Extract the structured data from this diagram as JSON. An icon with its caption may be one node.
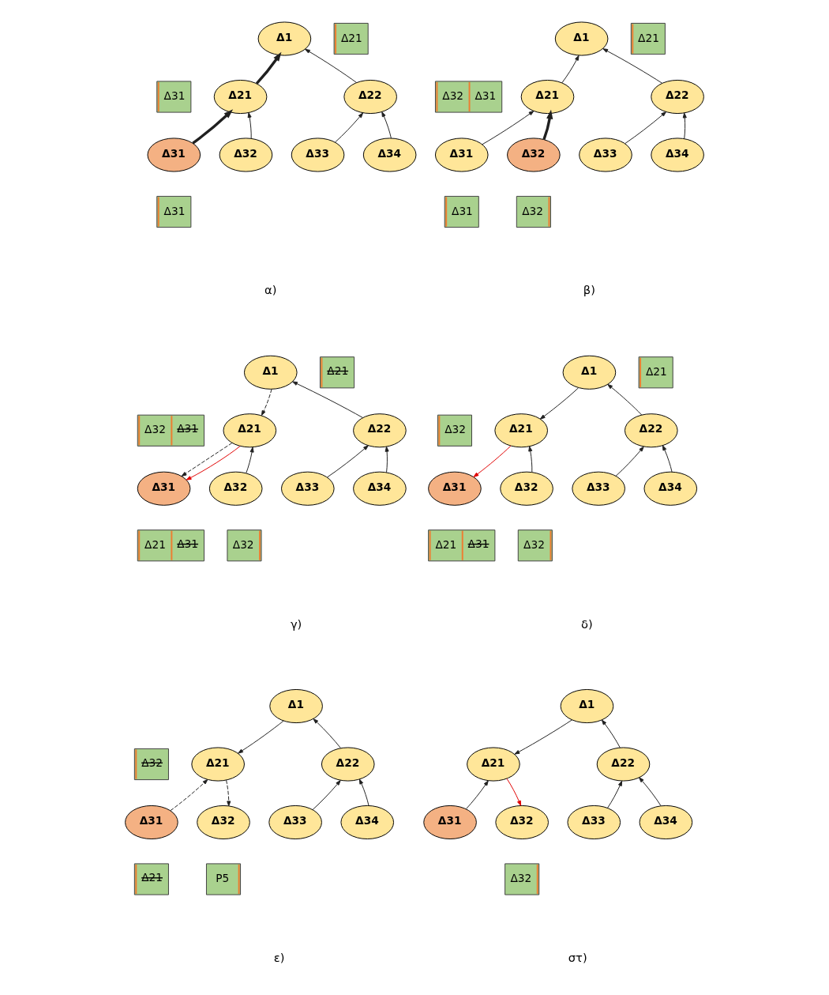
{
  "diagram": {
    "nodes": [
      {
        "text": [
          "Δ1"
        ]
      },
      {
        "text": [
          "Δ21"
        ]
      },
      {
        "text": [
          "Δ22"
        ]
      },
      {
        "text": [
          "Δ31"
        ]
      },
      {
        "text": [
          "Δ32"
        ]
      },
      {
        "text": [
          "Δ33"
        ]
      },
      {
        "text": [
          "Δ34"
        ]
      },
      {
        "text": [
          "Δ21"
        ]
      },
      {
        "text": [
          "Δ31"
        ]
      },
      {
        "text": [
          "Δ31"
        ]
      },
      {
        "text": [
          "Δ1"
        ]
      },
      {
        "text": [
          "Δ21"
        ]
      },
      {
        "text": [
          "Δ22"
        ]
      },
      {
        "text": [
          "Δ31"
        ]
      },
      {
        "text": [
          "Δ32"
        ]
      },
      {
        "text": [
          "Δ33"
        ]
      },
      {
        "text": [
          "Δ34"
        ]
      },
      {
        "text": [
          "Δ21"
        ]
      },
      {
        "text": [
          "Δ32",
          "Δ31"
        ]
      },
      {
        "text": [
          "Δ31"
        ]
      },
      {
        "text": [
          "Δ32"
        ]
      },
      {
        "text": [
          "Δ1"
        ]
      },
      {
        "text": [
          "Δ21"
        ]
      },
      {
        "text": [
          "Δ22"
        ]
      },
      {
        "text": [
          "Δ31"
        ]
      },
      {
        "text": [
          "Δ32"
        ]
      },
      {
        "text": [
          "Δ33"
        ]
      },
      {
        "text": [
          "Δ34"
        ]
      },
      {
        "text": [
          "Δ21"
        ]
      },
      {
        "text": [
          "Δ32",
          "Δ31"
        ]
      },
      {
        "text": [
          "Δ21",
          "Δ31"
        ]
      },
      {
        "text": [
          "Δ32"
        ]
      },
      {
        "text": [
          "Δ1"
        ]
      },
      {
        "text": [
          "Δ21"
        ]
      },
      {
        "text": [
          "Δ22"
        ]
      },
      {
        "text": [
          "Δ31"
        ]
      },
      {
        "text": [
          "Δ32"
        ]
      },
      {
        "text": [
          "Δ33"
        ]
      },
      {
        "text": [
          "Δ34"
        ]
      },
      {
        "text": [
          "Δ21"
        ]
      },
      {
        "text": [
          "Δ32"
        ]
      },
      {
        "text": [
          "Δ21",
          "Δ31"
        ]
      },
      {
        "text": [
          "Δ32"
        ]
      },
      {
        "text": [
          "Δ1"
        ]
      },
      {
        "text": [
          "Δ21"
        ]
      },
      {
        "text": [
          "Δ22"
        ]
      },
      {
        "text": [
          "Δ31"
        ]
      },
      {
        "text": [
          "Δ32"
        ]
      },
      {
        "text": [
          "Δ33"
        ]
      },
      {
        "text": [
          "Δ34"
        ]
      },
      {
        "text": [
          "Δ32"
        ]
      },
      {
        "text": [
          "Δ21"
        ]
      },
      {
        "text": [
          "P5"
        ]
      },
      {
        "text": [
          "Δ1"
        ]
      },
      {
        "text": [
          "Δ21"
        ]
      },
      {
        "text": [
          "Δ22"
        ]
      },
      {
        "text": [
          "Δ31"
        ]
      },
      {
        "text": [
          "Δ32"
        ]
      },
      {
        "text": [
          "Δ33"
        ]
      },
      {
        "text": [
          "Δ34"
        ]
      },
      {
        "text": [
          "Δ32"
        ]
      }
    ],
    "edges": [
      {
        "from": 3,
        "to": 1,
        "arrow": "to",
        "style": "thick"
      },
      {
        "from": 4,
        "to": 1,
        "arrow": "to"
      },
      {
        "from": 5,
        "to": 2,
        "arrow": "to"
      },
      {
        "from": 6,
        "to": 2,
        "arrow": "to"
      },
      {
        "from": 1,
        "to": 0,
        "arrow": "to",
        "style": "thick"
      },
      {
        "from": 2,
        "to": 0,
        "arrow": "to"
      },
      {
        "from": 13,
        "to": 11,
        "arrow": "to"
      },
      {
        "from": 14,
        "to": 11,
        "arrow": "to",
        "style": "thick"
      },
      {
        "from": 15,
        "to": 12,
        "arrow": "to"
      },
      {
        "from": 16,
        "to": 12,
        "arrow": "to"
      },
      {
        "from": 11,
        "to": 10,
        "arrow": "to"
      },
      {
        "from": 12,
        "to": 10,
        "arrow": "to"
      },
      {
        "from": 21,
        "to": 22,
        "arrow": "to",
        "style": "dashed"
      },
      {
        "from": 22,
        "to": 24,
        "arrow": "to",
        "style": "dashed"
      },
      {
        "from": 22,
        "to": 24,
        "arrow": "to",
        "color": "#e00000"
      },
      {
        "from": 25,
        "to": 22,
        "arrow": "to"
      },
      {
        "from": 23,
        "to": 21,
        "arrow": "to"
      },
      {
        "from": 26,
        "to": 23,
        "arrow": "to"
      },
      {
        "from": 27,
        "to": 23,
        "arrow": "to"
      },
      {
        "from": 32,
        "to": 33,
        "arrow": "to"
      },
      {
        "from": 33,
        "to": 35,
        "arrow": "to",
        "color": "#e00000"
      },
      {
        "from": 36,
        "to": 33,
        "arrow": "to"
      },
      {
        "from": 34,
        "to": 32,
        "arrow": "to"
      },
      {
        "from": 37,
        "to": 34,
        "arrow": "to"
      },
      {
        "from": 38,
        "to": 34,
        "arrow": "to"
      },
      {
        "from": 43,
        "to": 44,
        "arrow": "to"
      },
      {
        "from": 46,
        "to": 44,
        "arrow": "to",
        "style": "dashed"
      },
      {
        "from": 44,
        "to": 47,
        "arrow": "to",
        "style": "dashed"
      },
      {
        "from": 45,
        "to": 43,
        "arrow": "to"
      },
      {
        "from": 48,
        "to": 45,
        "arrow": "to"
      },
      {
        "from": 49,
        "to": 45,
        "arrow": "to"
      },
      {
        "from": 53,
        "to": 54,
        "arrow": "to"
      },
      {
        "from": 56,
        "to": 54,
        "arrow": "to"
      },
      {
        "from": 54,
        "to": 57,
        "arrow": "to",
        "color": "#e00000"
      },
      {
        "from": 55,
        "to": 53,
        "arrow": "to"
      },
      {
        "from": 58,
        "to": 55,
        "arrow": "to"
      },
      {
        "from": 59,
        "to": 55,
        "arrow": "to"
      }
    ],
    "labels": [
      "α)",
      "β)",
      "γ)",
      "δ)",
      "ε)",
      "στ)"
    ]
  }
}
